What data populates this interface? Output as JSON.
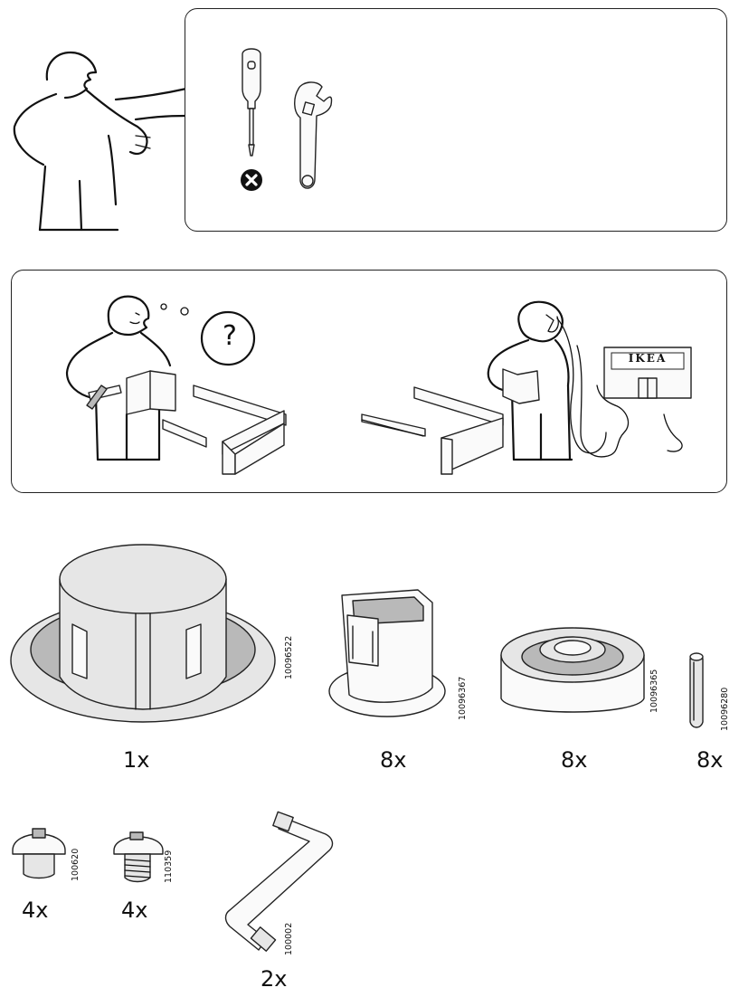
{
  "tools_panel": {
    "tools": [
      {
        "name": "screwdriver-icon",
        "allowed": false
      },
      {
        "name": "adjustable-wrench-icon",
        "allowed": true
      }
    ]
  },
  "help_panel": {
    "question_mark": "?",
    "store_sign": "IKEA"
  },
  "parts": [
    {
      "id": "part-1",
      "code": "10096522",
      "quantity": "1x"
    },
    {
      "id": "part-2",
      "code": "10096367",
      "quantity": "8x"
    },
    {
      "id": "part-3",
      "code": "10096365",
      "quantity": "8x"
    },
    {
      "id": "part-4",
      "code": "10096280",
      "quantity": "8x"
    },
    {
      "id": "part-5",
      "code": "100620",
      "quantity": "4x"
    },
    {
      "id": "part-6",
      "code": "110359",
      "quantity": "4x"
    },
    {
      "id": "part-7",
      "code": "100002",
      "quantity": "2x"
    }
  ]
}
